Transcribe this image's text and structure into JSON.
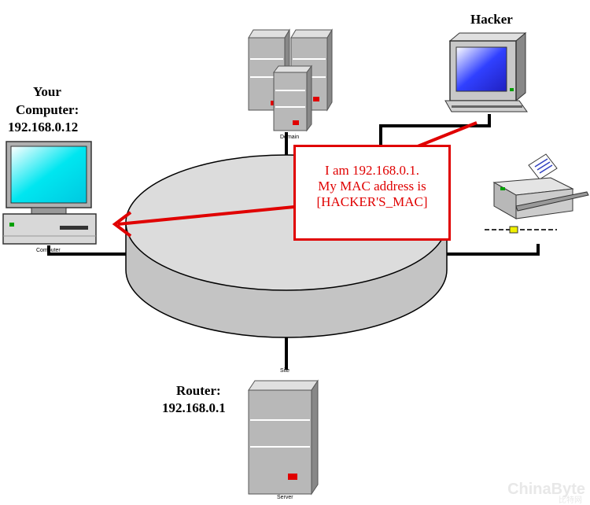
{
  "labels": {
    "hacker": "Hacker",
    "your_computer_line1": "Your",
    "your_computer_line2": "Computer:",
    "your_computer_ip": "192.168.0.12",
    "router_line1": "Router:",
    "router_ip": "192.168.0.1"
  },
  "small_labels": {
    "domain": "Domain",
    "computer": "Computer",
    "switch": "Site",
    "server": "Server"
  },
  "message": {
    "line1": "I am 192.168.0.1.",
    "line2": "My MAC address is",
    "line3": "[HACKER'S_MAC]"
  },
  "watermark": {
    "brand": "ChinaByte",
    "chinese": "比特网"
  },
  "colors": {
    "network_top": "#dcdcdc",
    "network_side": "#c4c4c4",
    "alert_red": "#e00000",
    "screen_cyan": "#00e6f0",
    "cable": "#000000"
  }
}
